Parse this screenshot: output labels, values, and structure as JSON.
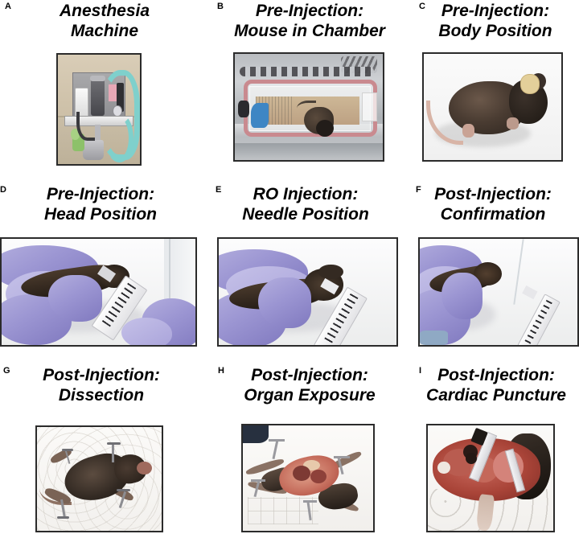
{
  "figure": {
    "name": "retro-orbital-injection-protocol-figure",
    "panel_count": 9,
    "background_color": "#ffffff",
    "letter_color": "#000000",
    "title_color": "#000000"
  },
  "panels": [
    {
      "letter": "A",
      "title_line1": "Anesthesia",
      "title_line2": "Machine",
      "photo_name": "anesthesia-machine-photo",
      "photo_alt": "Isoflurane anesthesia machine with vaporizer, oxygen tank and teal breathing hose on a cart"
    },
    {
      "letter": "B",
      "title_line1": "Pre-Injection:",
      "title_line2": "Mouse in Chamber",
      "photo_name": "mouse-in-chamber-photo",
      "photo_alt": "Mouse inside a clear induction chamber with pink rim on a stainless steel surface"
    },
    {
      "letter": "C",
      "title_line1": "Pre-Injection:",
      "title_line2": "Body Position",
      "photo_name": "body-position-photo",
      "photo_alt": "Dark brown anesthetized mouse lying on white surface with a yellow ear tag"
    },
    {
      "letter": "D",
      "title_line1": "Pre-Injection:",
      "title_line2": "Head Position",
      "photo_name": "head-position-photo",
      "photo_alt": "Purple gloved hands scruffing a mouse with an insulin syringe approaching"
    },
    {
      "letter": "E",
      "title_line1": "RO Injection:",
      "title_line2": "Needle Position",
      "photo_name": "needle-position-photo",
      "photo_alt": "Needle inserted at the retro-orbital sinus of a scruffed mouse held in purple gloves"
    },
    {
      "letter": "F",
      "title_line1": "Post-Injection:",
      "title_line2": "Confirmation",
      "photo_name": "confirmation-photo",
      "photo_alt": "Mouse held in purple gloves after injection with the syringe set down beside it"
    },
    {
      "letter": "G",
      "title_line1": "Post-Injection:",
      "title_line2": "Dissection",
      "photo_name": "dissection-photo",
      "photo_alt": "Euthanized mouse pinned supine on a dissection pad before incision"
    },
    {
      "letter": "H",
      "title_line1": "Post-Injection:",
      "title_line2": "Organ Exposure",
      "photo_name": "organ-exposure-photo",
      "photo_alt": "Dissected mouse with skin pinned back exposing the thoracic and abdominal organs"
    },
    {
      "letter": "I",
      "title_line1": "Post-Injection:",
      "title_line2": "Cardiac Puncture",
      "photo_name": "cardiac-puncture-photo",
      "photo_alt": "Close-up of opened thoracic cavity with a needle performing cardiac puncture"
    }
  ]
}
